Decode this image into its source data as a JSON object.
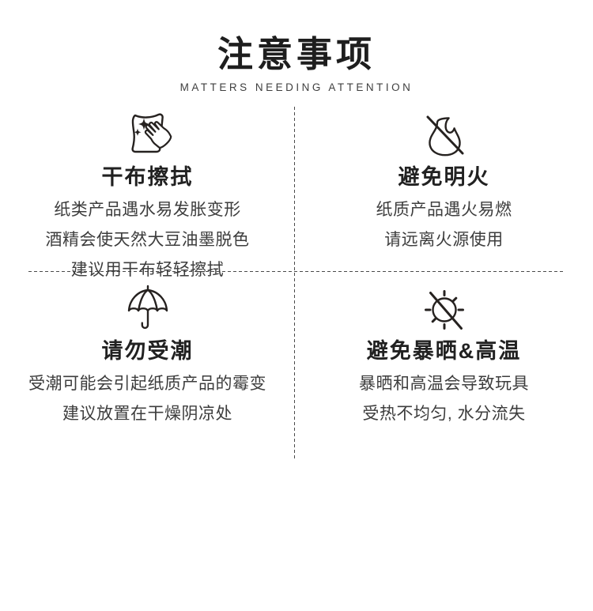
{
  "page": {
    "title": "注意事项",
    "subtitle": "MATTERS NEEDING ATTENTION"
  },
  "colors": {
    "background": "#ffffff",
    "title_text": "#1e1e1e",
    "subtitle_text": "#3f3f3f",
    "section_title_text": "#212121",
    "body_text": "#3d3d3d",
    "divider": "#4a4a4a",
    "icon_stroke": "#262220"
  },
  "sections": [
    {
      "id": "dry-wipe",
      "icon": "cloth-wipe-icon",
      "title": "干布擦拭",
      "lines": [
        "纸类产品遇水易发胀变形",
        "酒精会使天然大豆油墨脱色",
        "建议用干布轻轻擦拭"
      ]
    },
    {
      "id": "avoid-open-flame",
      "icon": "no-open-flame-icon",
      "title": "避免明火",
      "lines": [
        "纸质产品遇火易燃",
        "请远离火源使用"
      ]
    },
    {
      "id": "keep-dry",
      "icon": "umbrella-icon",
      "title": "请勿受潮",
      "lines": [
        "受潮可能会引起纸质产品的霉变",
        "建议放置在干燥阴凉处"
      ]
    },
    {
      "id": "avoid-sun-heat",
      "icon": "no-sun-exposure-icon",
      "title": "避免暴晒&高温",
      "lines": [
        "暴晒和高温会导致玩具",
        "受热不均匀, 水分流失"
      ]
    }
  ]
}
